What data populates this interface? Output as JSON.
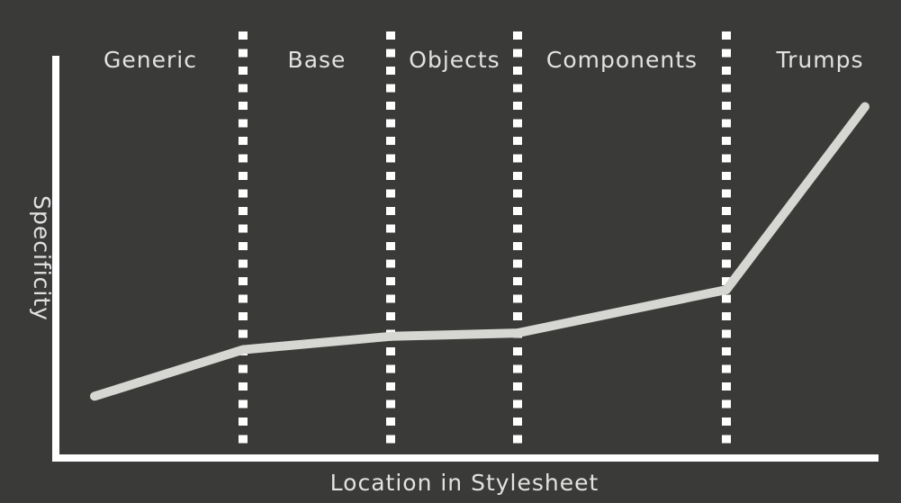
{
  "chart_data": {
    "type": "line",
    "title": "",
    "xlabel": "Location in Stylesheet",
    "ylabel": "Specificity",
    "sections": [
      "Generic",
      "Base",
      "Objects",
      "Components",
      "Trumps"
    ],
    "points": [
      {
        "x": 0.0,
        "y": 0.08
      },
      {
        "x": 1.0,
        "y": 0.22
      },
      {
        "x": 2.0,
        "y": 0.26
      },
      {
        "x": 3.0,
        "y": 0.27
      },
      {
        "x": 4.0,
        "y": 0.4
      },
      {
        "x": 5.0,
        "y": 0.95
      }
    ],
    "section_dividers": [
      1.0,
      2.0,
      3.0,
      4.0
    ],
    "xlim": [
      0,
      5
    ],
    "ylim": [
      0,
      1
    ],
    "grid": false,
    "colors": {
      "background": "#3a3b39",
      "axis": "#ffffff",
      "line": "#d6d6d2",
      "divider": "#ffffff",
      "text": "#e2e2e2"
    }
  }
}
